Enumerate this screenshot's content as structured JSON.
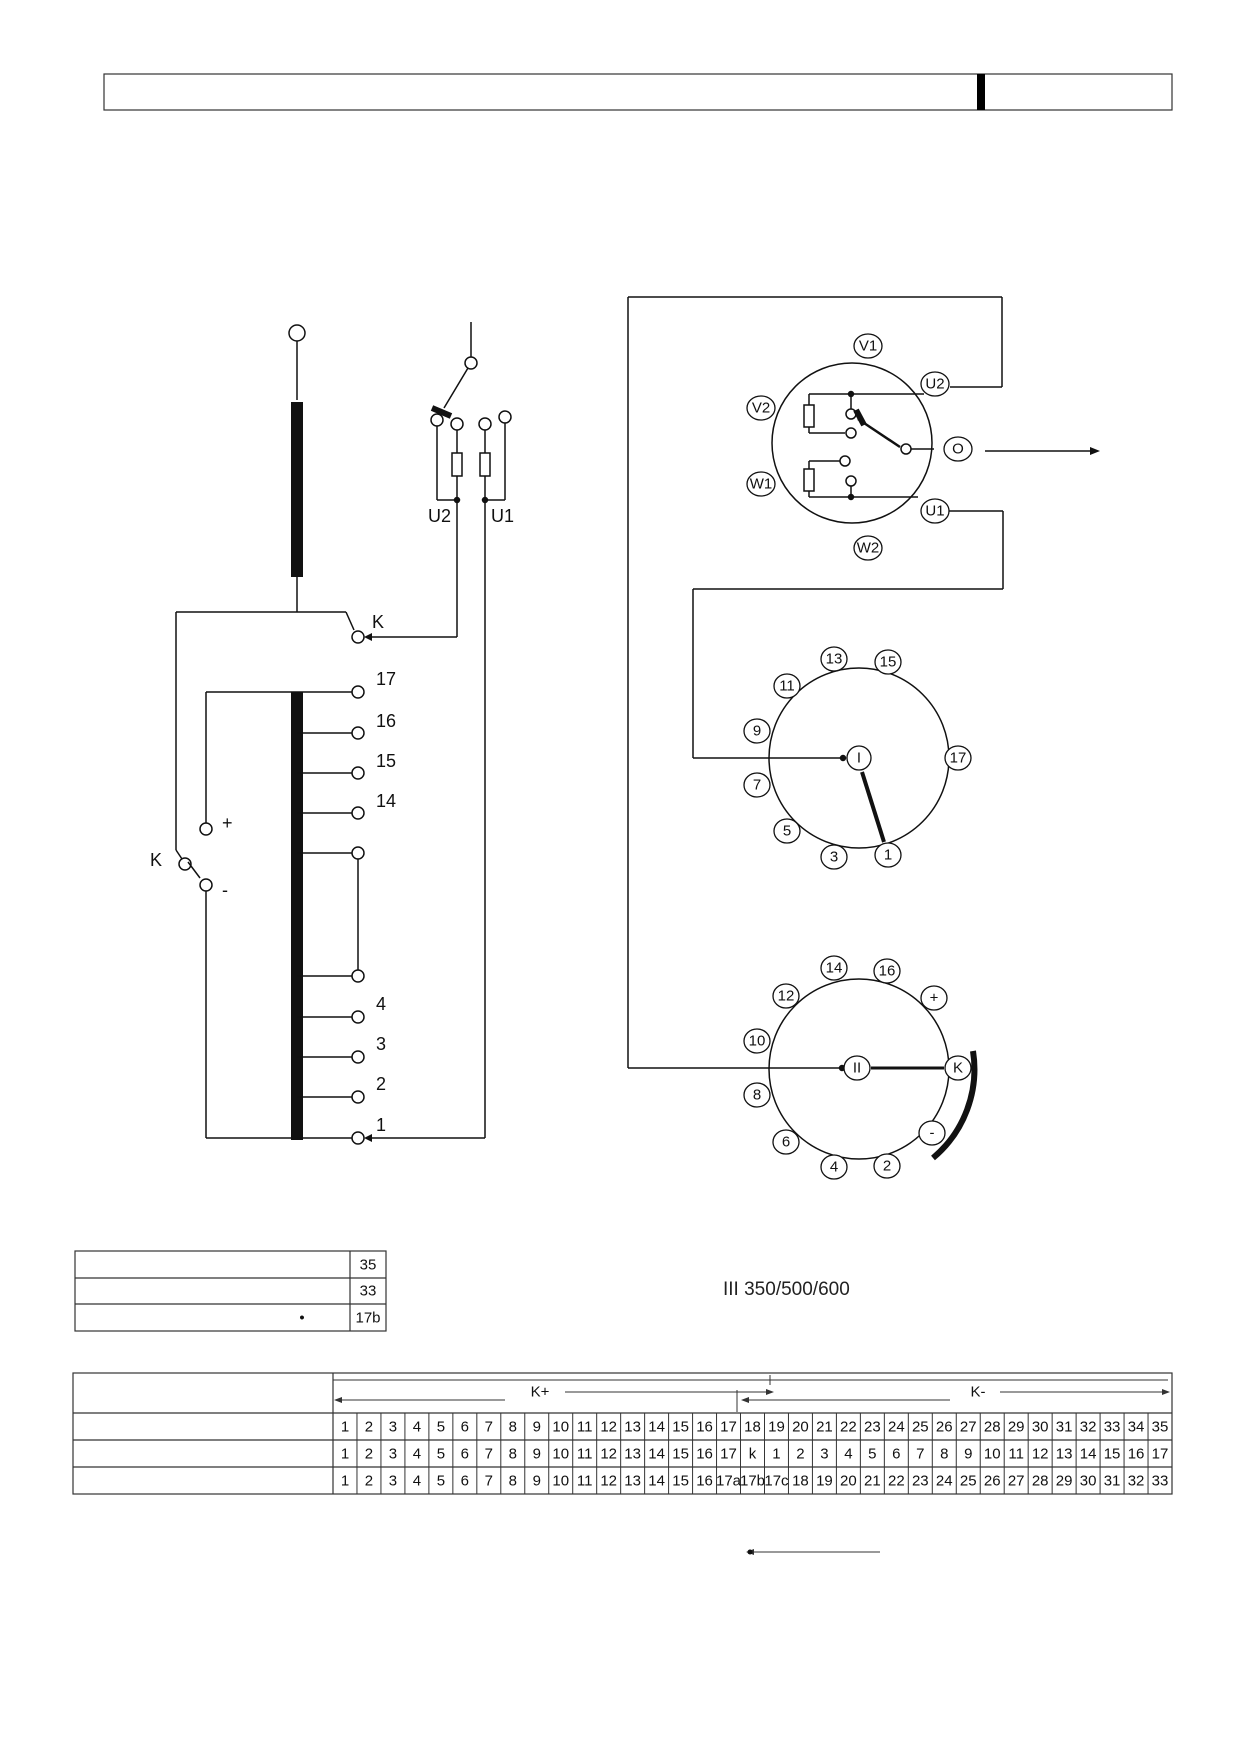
{
  "schematic": {
    "labels": {
      "k_top": "K",
      "u2": "U2",
      "u1": "U1",
      "k_selector": "K",
      "plus": "+",
      "minus": "-"
    },
    "taps_upper": [
      "17",
      "16",
      "15",
      "14"
    ],
    "taps_lower": [
      "4",
      "3",
      "2",
      "1"
    ]
  },
  "diverter": {
    "terminals": [
      "V1",
      "U2",
      "O",
      "U1",
      "W2",
      "W1",
      "V2"
    ]
  },
  "selector_i": {
    "center": "I",
    "contacts": [
      "13",
      "15",
      "17",
      "1",
      "3",
      "5",
      "7",
      "9",
      "11"
    ]
  },
  "selector_ii": {
    "center": "II",
    "contacts": [
      "14",
      "16",
      "+",
      "K",
      "-",
      "2",
      "4",
      "6",
      "8",
      "10",
      "12"
    ]
  },
  "small_table": {
    "rows": [
      {
        "value": "35",
        "mark": ""
      },
      {
        "value": "33",
        "mark": ""
      },
      {
        "value": "17b",
        "mark": "•"
      }
    ]
  },
  "model_label": "III 350/500/600",
  "position_table": {
    "k_plus": "K+",
    "k_minus": "K-",
    "rows": [
      [
        "1",
        "2",
        "3",
        "4",
        "5",
        "6",
        "7",
        "8",
        "9",
        "10",
        "11",
        "12",
        "13",
        "14",
        "15",
        "16",
        "17",
        "18",
        "19",
        "20",
        "21",
        "22",
        "23",
        "24",
        "25",
        "26",
        "27",
        "28",
        "29",
        "30",
        "31",
        "32",
        "33",
        "34",
        "35"
      ],
      [
        "1",
        "2",
        "3",
        "4",
        "5",
        "6",
        "7",
        "8",
        "9",
        "10",
        "11",
        "12",
        "13",
        "14",
        "15",
        "16",
        "17",
        "k",
        "1",
        "2",
        "3",
        "4",
        "5",
        "6",
        "7",
        "8",
        "9",
        "10",
        "11",
        "12",
        "13",
        "14",
        "15",
        "16",
        "17"
      ],
      [
        "1",
        "2",
        "3",
        "4",
        "5",
        "6",
        "7",
        "8",
        "9",
        "10",
        "11",
        "12",
        "13",
        "14",
        "15",
        "16",
        "17a",
        "17b",
        "17c",
        "18",
        "19",
        "20",
        "21",
        "22",
        "23",
        "24",
        "25",
        "26",
        "27",
        "28",
        "29",
        "30",
        "31",
        "32",
        "33"
      ]
    ]
  }
}
